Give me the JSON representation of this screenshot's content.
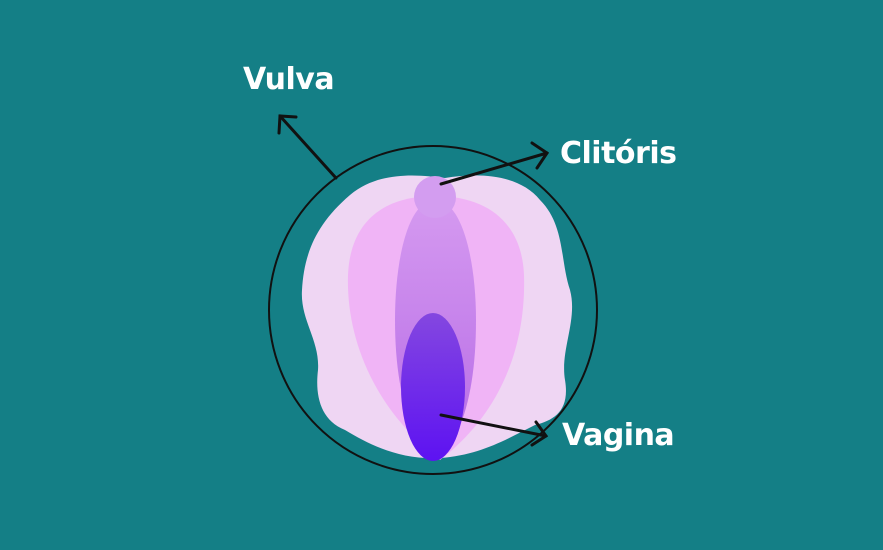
{
  "labels": {
    "vulva": "Vulva",
    "clitoris": "Clitóris",
    "vagina": "Vagina"
  },
  "colors": {
    "background": "#147f86",
    "outer": "#efd6f3",
    "middle": "#f0b4f6",
    "inner": "#c57ee9",
    "vagina": "#6a1af0",
    "clitoris": "#d39df0",
    "line": "#111111"
  }
}
